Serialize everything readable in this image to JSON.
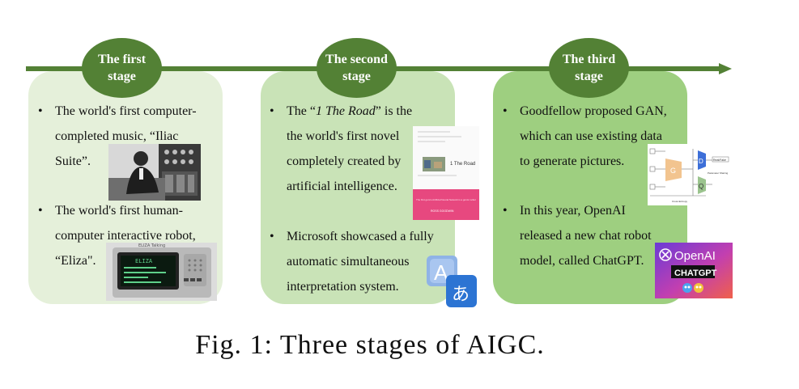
{
  "stages": [
    {
      "badge": [
        "The first",
        "stage"
      ],
      "bullets": [
        [
          "The world's first computer-",
          "completed music, “Iliac",
          "Suite”."
        ],
        [
          "The world's first human-",
          "computer interactive robot,",
          "“Eliza\"."
        ]
      ]
    },
    {
      "badge": [
        "The second",
        "stage"
      ],
      "bullets": [
        [
          "The “",
          "1 The Road",
          "” is the",
          "the world's first novel",
          "completely created by",
          "artificial intelligence."
        ],
        [
          "Microsoft showcased a fully",
          "automatic simultaneous",
          "interpretation system."
        ]
      ]
    },
    {
      "badge": [
        "The third",
        "stage"
      ],
      "bullets": [
        [
          "Goodfellow  proposed GAN,",
          "which can use existing data",
          "to generate pictures."
        ],
        [
          "In this year, OpenAI",
          "released a new chat robot",
          "model, called ChatGPT."
        ]
      ]
    }
  ],
  "images": {
    "eliza_screen": "ELIZA",
    "eliza_bezel": "ELIZA Talking",
    "book_title": "1 The Road",
    "book_caption": "The first gonzo Artificial Neural Network is a gonzo writer",
    "book_author": "ROSS GOODWIN",
    "translator_letter_a": "A",
    "translator_letter_jp": "あ",
    "gan_real_fake": "Real/Fake",
    "gan_param_sharing": "Parameter Sharing",
    "gan_cross_entropy": "Cross Entropy",
    "gan_g": "G",
    "gan_d": "D",
    "gan_q": "Q",
    "openai_text": "OpenAI",
    "chatgpt_text": "CHATGPT"
  },
  "icons": [
    "arrow-head-icon",
    "translator-icon",
    "openai-logo-icon"
  ],
  "colors": {
    "dark_green": "#538135",
    "panel1": "#e5f0da",
    "panel2": "#c9e3b7",
    "panel3": "#9ecf80"
  },
  "caption": "Fig. 1: Three stages of AIGC."
}
